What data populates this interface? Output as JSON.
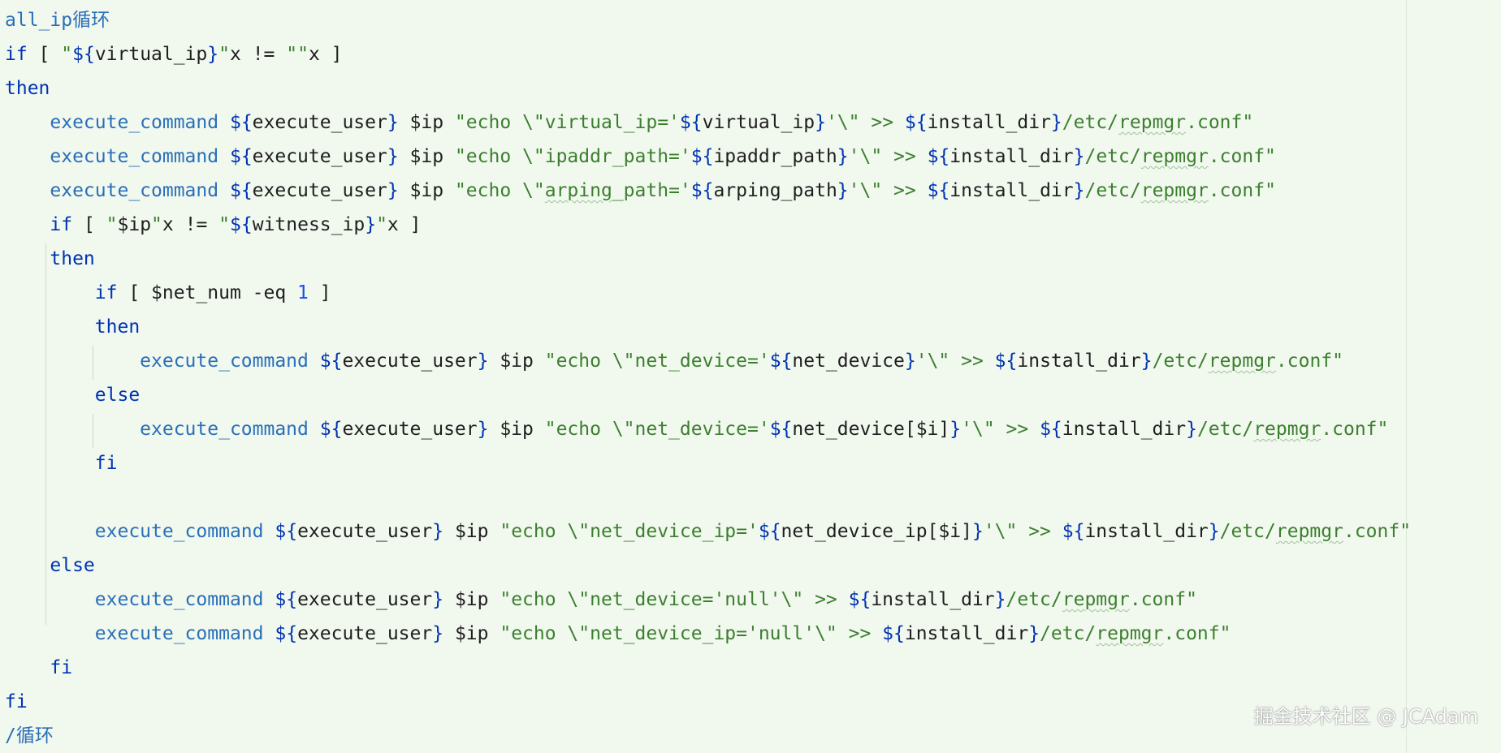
{
  "code": {
    "lines": [
      [
        {
          "t": "all_ip循环",
          "c": "cmt"
        }
      ],
      [
        {
          "t": "if",
          "c": "kw"
        },
        {
          "t": " [ ",
          "c": "ident"
        },
        {
          "t": "\"",
          "c": "str"
        },
        {
          "t": "${",
          "c": "kw"
        },
        {
          "t": "virtual_ip",
          "c": "ident"
        },
        {
          "t": "}",
          "c": "kw"
        },
        {
          "t": "\"",
          "c": "str"
        },
        {
          "t": "x != ",
          "c": "ident"
        },
        {
          "t": "\"\"",
          "c": "str"
        },
        {
          "t": "x ]",
          "c": "ident"
        }
      ],
      [
        {
          "t": "then",
          "c": "kw"
        }
      ],
      [
        {
          "t": "    ",
          "c": "ident"
        },
        {
          "t": "execute_command",
          "c": "fn"
        },
        {
          "t": " ",
          "c": "ident"
        },
        {
          "t": "${",
          "c": "kw"
        },
        {
          "t": "execute_user",
          "c": "ident"
        },
        {
          "t": "}",
          "c": "kw"
        },
        {
          "t": " $ip ",
          "c": "ident"
        },
        {
          "t": "\"echo \\\"virtual_ip='",
          "c": "str"
        },
        {
          "t": "${",
          "c": "kw"
        },
        {
          "t": "virtual_ip",
          "c": "ident"
        },
        {
          "t": "}",
          "c": "kw"
        },
        {
          "t": "'\\\" >> ",
          "c": "str"
        },
        {
          "t": "${",
          "c": "kw"
        },
        {
          "t": "install_dir",
          "c": "ident"
        },
        {
          "t": "}",
          "c": "kw"
        },
        {
          "t": "/etc/",
          "c": "str"
        },
        {
          "t": "repmgr",
          "c": "str typo"
        },
        {
          "t": ".conf\"",
          "c": "str"
        }
      ],
      [
        {
          "t": "    ",
          "c": "ident"
        },
        {
          "t": "execute_command",
          "c": "fn"
        },
        {
          "t": " ",
          "c": "ident"
        },
        {
          "t": "${",
          "c": "kw"
        },
        {
          "t": "execute_user",
          "c": "ident"
        },
        {
          "t": "}",
          "c": "kw"
        },
        {
          "t": " $ip ",
          "c": "ident"
        },
        {
          "t": "\"echo \\\"ipaddr_path='",
          "c": "str"
        },
        {
          "t": "${",
          "c": "kw"
        },
        {
          "t": "ipaddr_path",
          "c": "ident"
        },
        {
          "t": "}",
          "c": "kw"
        },
        {
          "t": "'\\\" >> ",
          "c": "str"
        },
        {
          "t": "${",
          "c": "kw"
        },
        {
          "t": "install_dir",
          "c": "ident"
        },
        {
          "t": "}",
          "c": "kw"
        },
        {
          "t": "/etc/",
          "c": "str"
        },
        {
          "t": "repmgr",
          "c": "str typo"
        },
        {
          "t": ".conf\"",
          "c": "str"
        }
      ],
      [
        {
          "t": "    ",
          "c": "ident"
        },
        {
          "t": "execute_command",
          "c": "fn"
        },
        {
          "t": " ",
          "c": "ident"
        },
        {
          "t": "${",
          "c": "kw"
        },
        {
          "t": "execute_user",
          "c": "ident"
        },
        {
          "t": "}",
          "c": "kw"
        },
        {
          "t": " $ip ",
          "c": "ident"
        },
        {
          "t": "\"echo \\\"",
          "c": "str"
        },
        {
          "t": "arping",
          "c": "str typo"
        },
        {
          "t": "_path='",
          "c": "str"
        },
        {
          "t": "${",
          "c": "kw"
        },
        {
          "t": "arping_path",
          "c": "ident"
        },
        {
          "t": "}",
          "c": "kw"
        },
        {
          "t": "'\\\" >> ",
          "c": "str"
        },
        {
          "t": "${",
          "c": "kw"
        },
        {
          "t": "install_dir",
          "c": "ident"
        },
        {
          "t": "}",
          "c": "kw"
        },
        {
          "t": "/etc/",
          "c": "str"
        },
        {
          "t": "repmgr",
          "c": "str typo"
        },
        {
          "t": ".conf\"",
          "c": "str"
        }
      ],
      [
        {
          "t": "    ",
          "c": "ident"
        },
        {
          "t": "if",
          "c": "kw"
        },
        {
          "t": " [ ",
          "c": "ident"
        },
        {
          "t": "\"",
          "c": "str"
        },
        {
          "t": "$ip",
          "c": "ident"
        },
        {
          "t": "\"",
          "c": "str"
        },
        {
          "t": "x != ",
          "c": "ident"
        },
        {
          "t": "\"",
          "c": "str"
        },
        {
          "t": "${",
          "c": "kw"
        },
        {
          "t": "witness_ip",
          "c": "ident"
        },
        {
          "t": "}",
          "c": "kw"
        },
        {
          "t": "\"",
          "c": "str"
        },
        {
          "t": "x ]",
          "c": "ident"
        }
      ],
      [
        {
          "t": "    ",
          "c": "ident"
        },
        {
          "t": "then",
          "c": "kw"
        }
      ],
      [
        {
          "t": "        ",
          "c": "ident"
        },
        {
          "t": "if",
          "c": "kw"
        },
        {
          "t": " [ $net_num -eq ",
          "c": "ident"
        },
        {
          "t": "1",
          "c": "num"
        },
        {
          "t": " ]",
          "c": "ident"
        }
      ],
      [
        {
          "t": "        ",
          "c": "ident"
        },
        {
          "t": "then",
          "c": "kw"
        }
      ],
      [
        {
          "t": "            ",
          "c": "ident"
        },
        {
          "t": "execute_command",
          "c": "fn"
        },
        {
          "t": " ",
          "c": "ident"
        },
        {
          "t": "${",
          "c": "kw"
        },
        {
          "t": "execute_user",
          "c": "ident"
        },
        {
          "t": "}",
          "c": "kw"
        },
        {
          "t": " $ip ",
          "c": "ident"
        },
        {
          "t": "\"echo \\\"net_device='",
          "c": "str"
        },
        {
          "t": "${",
          "c": "kw"
        },
        {
          "t": "net_device",
          "c": "ident"
        },
        {
          "t": "}",
          "c": "kw"
        },
        {
          "t": "'\\\" >> ",
          "c": "str"
        },
        {
          "t": "${",
          "c": "kw"
        },
        {
          "t": "install_dir",
          "c": "ident"
        },
        {
          "t": "}",
          "c": "kw"
        },
        {
          "t": "/etc/",
          "c": "str"
        },
        {
          "t": "repmgr",
          "c": "str typo"
        },
        {
          "t": ".conf\"",
          "c": "str"
        }
      ],
      [
        {
          "t": "        ",
          "c": "ident"
        },
        {
          "t": "else",
          "c": "kw"
        }
      ],
      [
        {
          "t": "            ",
          "c": "ident"
        },
        {
          "t": "execute_command",
          "c": "fn"
        },
        {
          "t": " ",
          "c": "ident"
        },
        {
          "t": "${",
          "c": "kw"
        },
        {
          "t": "execute_user",
          "c": "ident"
        },
        {
          "t": "}",
          "c": "kw"
        },
        {
          "t": " $ip ",
          "c": "ident"
        },
        {
          "t": "\"echo \\\"net_device='",
          "c": "str"
        },
        {
          "t": "${",
          "c": "kw"
        },
        {
          "t": "net_device[$i]",
          "c": "ident"
        },
        {
          "t": "}",
          "c": "kw"
        },
        {
          "t": "'\\\" >> ",
          "c": "str"
        },
        {
          "t": "${",
          "c": "kw"
        },
        {
          "t": "install_dir",
          "c": "ident"
        },
        {
          "t": "}",
          "c": "kw"
        },
        {
          "t": "/etc/",
          "c": "str"
        },
        {
          "t": "repmgr",
          "c": "str typo"
        },
        {
          "t": ".conf\"",
          "c": "str"
        }
      ],
      [
        {
          "t": "        ",
          "c": "ident"
        },
        {
          "t": "fi",
          "c": "kw"
        }
      ],
      [],
      [
        {
          "t": "        ",
          "c": "ident"
        },
        {
          "t": "execute_command",
          "c": "fn"
        },
        {
          "t": " ",
          "c": "ident"
        },
        {
          "t": "${",
          "c": "kw"
        },
        {
          "t": "execute_user",
          "c": "ident"
        },
        {
          "t": "}",
          "c": "kw"
        },
        {
          "t": " $ip ",
          "c": "ident"
        },
        {
          "t": "\"echo \\\"net_device_ip='",
          "c": "str"
        },
        {
          "t": "${",
          "c": "kw"
        },
        {
          "t": "net_device_ip[$i]",
          "c": "ident"
        },
        {
          "t": "}",
          "c": "kw"
        },
        {
          "t": "'\\\" >> ",
          "c": "str"
        },
        {
          "t": "${",
          "c": "kw"
        },
        {
          "t": "install_dir",
          "c": "ident"
        },
        {
          "t": "}",
          "c": "kw"
        },
        {
          "t": "/etc/",
          "c": "str"
        },
        {
          "t": "repmgr",
          "c": "str typo"
        },
        {
          "t": ".conf\"",
          "c": "str"
        }
      ],
      [
        {
          "t": "    ",
          "c": "ident"
        },
        {
          "t": "else",
          "c": "kw"
        }
      ],
      [
        {
          "t": "        ",
          "c": "ident"
        },
        {
          "t": "execute_command",
          "c": "fn"
        },
        {
          "t": " ",
          "c": "ident"
        },
        {
          "t": "${",
          "c": "kw"
        },
        {
          "t": "execute_user",
          "c": "ident"
        },
        {
          "t": "}",
          "c": "kw"
        },
        {
          "t": " $ip ",
          "c": "ident"
        },
        {
          "t": "\"echo \\\"net_device='null'\\\" >> ",
          "c": "str"
        },
        {
          "t": "${",
          "c": "kw"
        },
        {
          "t": "install_dir",
          "c": "ident"
        },
        {
          "t": "}",
          "c": "kw"
        },
        {
          "t": "/etc/",
          "c": "str"
        },
        {
          "t": "repmgr",
          "c": "str typo"
        },
        {
          "t": ".conf\"",
          "c": "str"
        }
      ],
      [
        {
          "t": "        ",
          "c": "ident"
        },
        {
          "t": "execute_command",
          "c": "fn"
        },
        {
          "t": " ",
          "c": "ident"
        },
        {
          "t": "${",
          "c": "kw"
        },
        {
          "t": "execute_user",
          "c": "ident"
        },
        {
          "t": "}",
          "c": "kw"
        },
        {
          "t": " $ip ",
          "c": "ident"
        },
        {
          "t": "\"echo \\\"net_device_ip='null'\\\" >> ",
          "c": "str"
        },
        {
          "t": "${",
          "c": "kw"
        },
        {
          "t": "install_dir",
          "c": "ident"
        },
        {
          "t": "}",
          "c": "kw"
        },
        {
          "t": "/etc/",
          "c": "str"
        },
        {
          "t": "repmgr",
          "c": "str typo"
        },
        {
          "t": ".conf\"",
          "c": "str"
        }
      ],
      [
        {
          "t": "    ",
          "c": "ident"
        },
        {
          "t": "fi",
          "c": "kw"
        }
      ],
      [
        {
          "t": "fi",
          "c": "kw"
        }
      ],
      [
        {
          "t": "/循环",
          "c": "cmt"
        }
      ]
    ]
  },
  "watermark": "掘金技术社区 @ JCAdam",
  "colors": {
    "background": "#f1f8ee",
    "keyword": "#0033b3",
    "function": "#2a6fb8",
    "string": "#3c7f2f",
    "number": "#1750eb"
  }
}
